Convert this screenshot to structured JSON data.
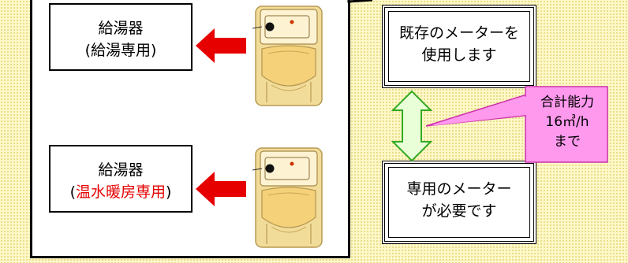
{
  "left_panel": {
    "heater_top": {
      "line1": "給湯器",
      "line2": "(給湯専用)"
    },
    "heater_bottom": {
      "line1": "給湯器",
      "line2_open": "(",
      "line2_red": "温水暖房専用",
      "line2_close": ")"
    }
  },
  "right_panel": {
    "existing_meter": {
      "line1": "既存のメーターを",
      "line2": "使用します"
    },
    "dedicated_meter": {
      "line1": "専用のメーター",
      "line2": "が必要です"
    }
  },
  "callout": {
    "line1": "合計能力",
    "line2": "16㎥/h",
    "line3": "まで"
  },
  "colors": {
    "arrow_red": "#e60000",
    "double_arrow_fill": "#e8ffd8",
    "double_arrow_stroke": "#33aa22",
    "callout_fill": "#ff99ee",
    "background": "#fff8c8",
    "emphasis_text": "#e60000"
  }
}
